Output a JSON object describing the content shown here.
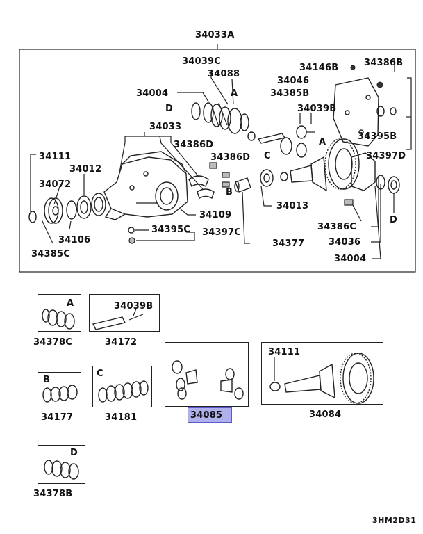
{
  "diagram": {
    "assembly_label": "34033A",
    "drawing_code": "3HM2D31",
    "highlight_color": "#b0b0ea",
    "main_callouts": {
      "p34039C": "34039C",
      "p34088": "34088",
      "p34004_top": "34004",
      "letter_D_left": "D",
      "letter_A_top": "A",
      "p34146B": "34146B",
      "p34386B": "34386B",
      "p34046": "34046",
      "p34385B": "34385B",
      "p34039B_main": "34039B",
      "p34395B": "34395B",
      "p34033": "34033",
      "p34386D_1": "34386D",
      "p34386D_2": "34386D",
      "letter_C_main": "C",
      "letter_A_right": "A",
      "p34397D": "34397D",
      "p34111_main": "34111",
      "p34012": "34012",
      "p34072": "34072",
      "letter_B_main": "B",
      "p34013": "34013",
      "p34109": "34109",
      "p34106": "34106",
      "p34395C": "34395C",
      "p34397C": "34397C",
      "p34385C": "34385C",
      "p34377": "34377",
      "p34386C": "34386C",
      "letter_D_right": "D",
      "p34036": "34036",
      "p34004_bottom": "34004"
    },
    "kits": [
      {
        "letter": "A",
        "label": "34378C"
      },
      {
        "letter": "",
        "label": "34172",
        "inner_label": "34039B"
      },
      {
        "letter": "B",
        "label": "34177"
      },
      {
        "letter": "C",
        "label": "34181"
      },
      {
        "letter": "",
        "label": "34085",
        "highlighted": true
      },
      {
        "letter": "",
        "label": "34084",
        "inner_label": "34111"
      },
      {
        "letter": "D",
        "label": "34378B"
      }
    ]
  }
}
